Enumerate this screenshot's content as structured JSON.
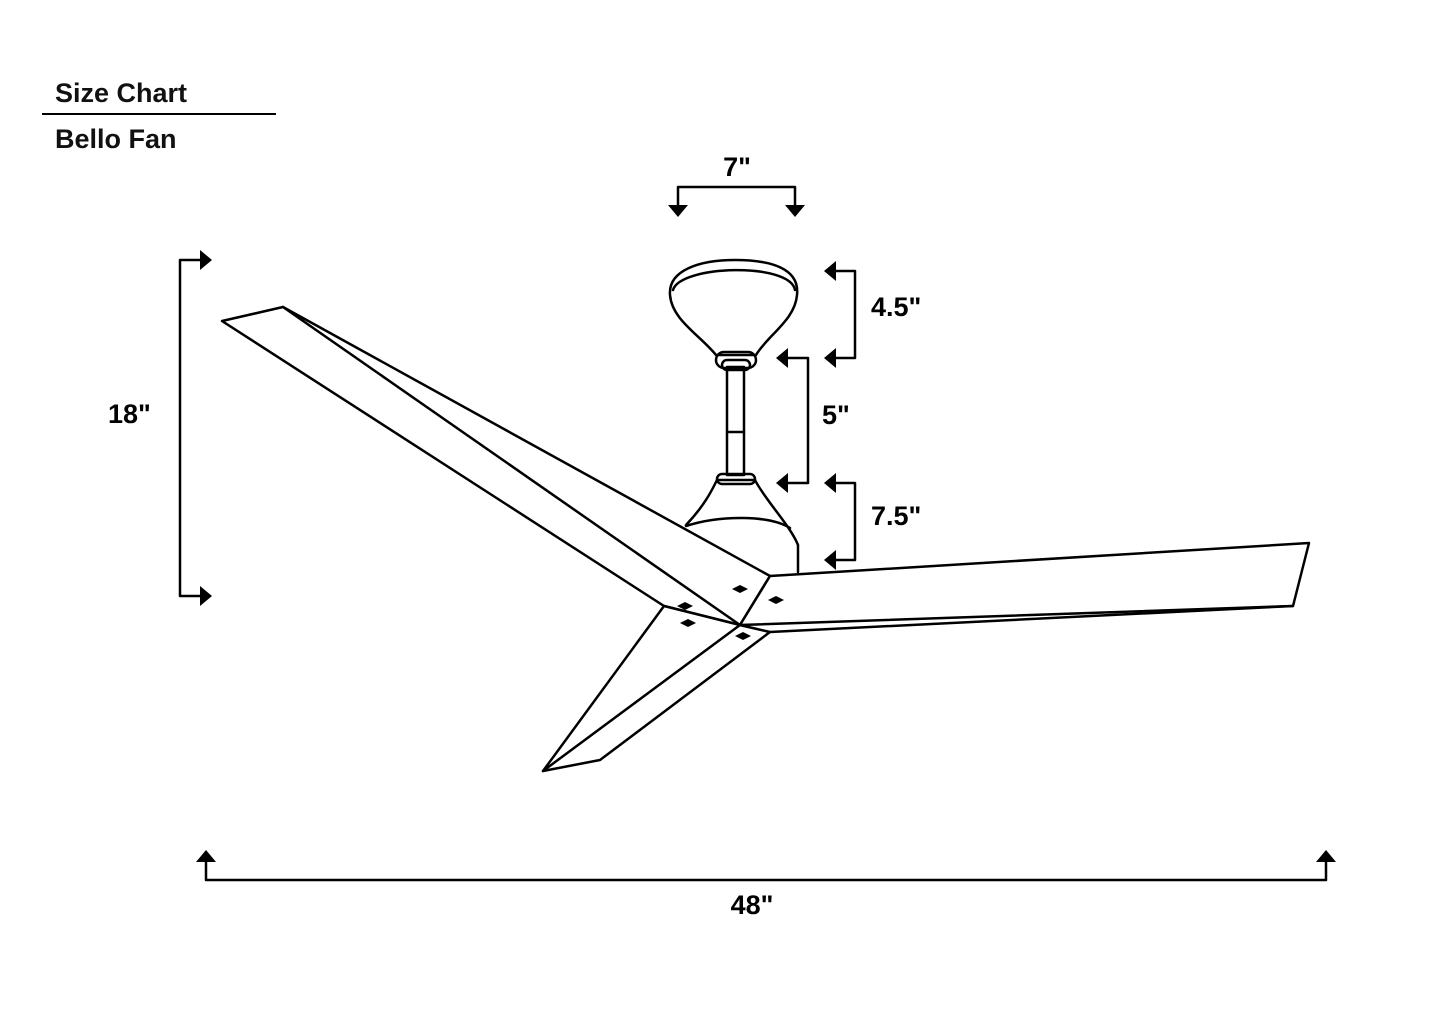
{
  "header": {
    "title": "Size Chart",
    "subtitle": "Bello Fan"
  },
  "dimensions": {
    "canopy_width": "7\"",
    "canopy_height": "4.5\"",
    "downrod_length": "5\"",
    "motor_height": "7.5\"",
    "blade_drop": "18\"",
    "fan_diameter": "48\""
  }
}
